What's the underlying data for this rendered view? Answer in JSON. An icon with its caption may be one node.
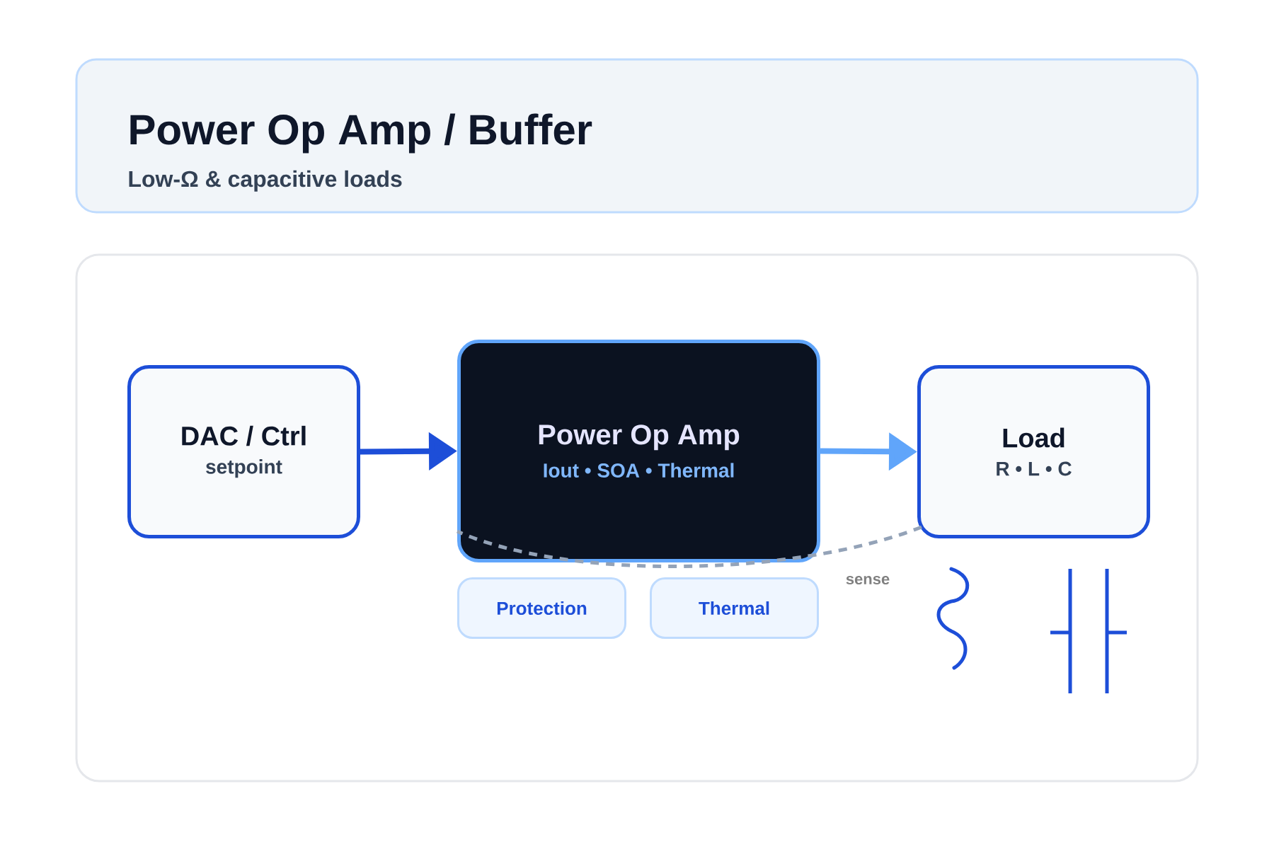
{
  "diagram": {
    "title": "Power Op Amp / Buffer",
    "nodes": [
      {
        "text": [
          "DAC / Ctrl",
          "setpoint"
        ]
      },
      {
        "text": [
          "Power Op Amp",
          "Iout • SOA • Thermal"
        ]
      },
      {
        "text": [
          "Load",
          "R • L • C"
        ]
      },
      {
        "text": [
          "Protection"
        ]
      },
      {
        "text": [
          "Thermal"
        ]
      }
    ],
    "edges": [
      {
        "from": 0,
        "to": 1,
        "arrow": "to"
      },
      {
        "from": 1,
        "to": 2,
        "arrow": "to",
        "color": "#60a5fa"
      },
      {
        "from": 2,
        "to": 1,
        "arrow": "none",
        "style": "dashed",
        "color": "#94a3b8",
        "label": "sense"
      }
    ],
    "labels": [
      "Low-Ω & capacitive loads"
    ]
  }
}
